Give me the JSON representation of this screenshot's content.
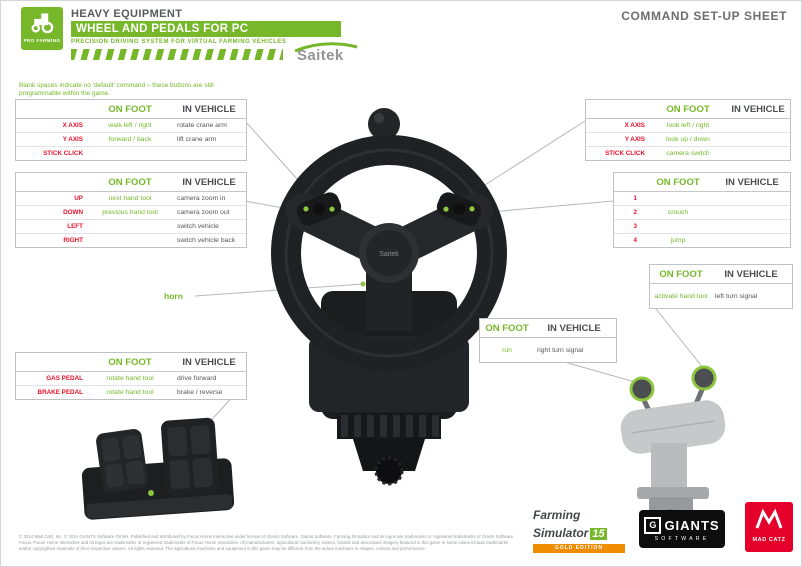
{
  "header": {
    "badge": "PRO FARMING",
    "eyebrow": "HEAVY EQUIPMENT",
    "title": "WHEEL AND PEDALS FOR PC",
    "subtitle": "PRECISION DRIVING SYSTEM FOR VIRTUAL FARMING VEHICLES",
    "brand": "Saitek",
    "sheet_title": "COMMAND SET-UP SHEET"
  },
  "note": "Blank spaces indicate no 'default' command – these buttons are still programmable within the game.",
  "horn_label": "horn",
  "col_on_foot": "ON FOOT",
  "col_in_vehicle": "IN VEHICLE",
  "devices": {
    "wheel_hub_label": "Saitek"
  },
  "tables": {
    "left_stick": {
      "has_label": true,
      "rows": [
        {
          "label": "X AXIS",
          "on_foot": "walk left / right",
          "in_vehicle": "rotate crane arm"
        },
        {
          "label": "Y AXIS",
          "on_foot": "forward / back",
          "in_vehicle": "lift crane arm"
        },
        {
          "label": "STICK CLICK",
          "on_foot": "",
          "in_vehicle": ""
        }
      ]
    },
    "dpad": {
      "has_label": true,
      "rows": [
        {
          "label": "UP",
          "on_foot": "next hand tool",
          "in_vehicle": "camera zoom in"
        },
        {
          "label": "DOWN",
          "on_foot": "previous hand tool",
          "in_vehicle": "camera zoom out"
        },
        {
          "label": "LEFT",
          "on_foot": "",
          "in_vehicle": "switch vehicle"
        },
        {
          "label": "RIGHT",
          "on_foot": "",
          "in_vehicle": "switch vehicle back"
        }
      ]
    },
    "right_stick": {
      "has_label": true,
      "rows": [
        {
          "label": "X AXIS",
          "on_foot": "look left / right",
          "in_vehicle": ""
        },
        {
          "label": "Y AXIS",
          "on_foot": "look up / down",
          "in_vehicle": ""
        },
        {
          "label": "STICK CLICK",
          "on_foot": "camera switch",
          "in_vehicle": ""
        }
      ]
    },
    "buttons": {
      "has_label": true,
      "rows": [
        {
          "label": "1",
          "on_foot": "",
          "in_vehicle": ""
        },
        {
          "label": "2",
          "on_foot": "crouch",
          "in_vehicle": ""
        },
        {
          "label": "3",
          "on_foot": "",
          "in_vehicle": ""
        },
        {
          "label": "4",
          "on_foot": "jump",
          "in_vehicle": ""
        }
      ]
    },
    "right_paddle": {
      "has_label": false,
      "rows": [
        {
          "label": "",
          "on_foot": "activate hand tool",
          "in_vehicle": "left turn signal"
        }
      ]
    },
    "left_paddle": {
      "has_label": false,
      "rows": [
        {
          "label": "",
          "on_foot": "run",
          "in_vehicle": "right turn signal"
        }
      ]
    },
    "pedals": {
      "has_label": true,
      "rows": [
        {
          "label": "GAS PEDAL",
          "on_foot": "rotate hand tool",
          "in_vehicle": "drive forward"
        },
        {
          "label": "BRAKE PEDAL",
          "on_foot": "rotate hand tool",
          "in_vehicle": "brake / reverse"
        }
      ]
    }
  },
  "footer": {
    "farming": {
      "name": "Farming Simulator",
      "number": "15",
      "ribbon": "GOLD EDITION"
    },
    "giants": {
      "g": "G",
      "name": "GIANTS",
      "sub": "SOFTWARE"
    },
    "madcatz": {
      "name": "MAD CATZ"
    },
    "legal": "© 2014 Mad Catz, Inc. © 2014 GIANTS Software GmbH. Published and distributed by Focus Home Interactive under license of Giants Software. Giants Software, Farming Simulator and its logos are trademarks or registered trademarks of Giants Software. Focus, Focus Home Interactive and its logos are trademarks or registered trademarks of Focus Home Interactive. All manufacturers, agricultural machinery, names, brands and associated imagery featured in this game in some cases include trademarks and/or copyrighted materials of their respective owners. All rights reserved. The agricultural machines and equipment in this game may be different from the actual machines in shapes, colours and performance."
  }
}
